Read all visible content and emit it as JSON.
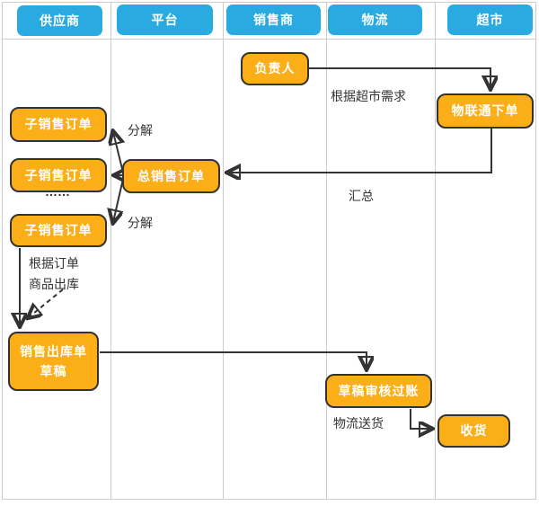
{
  "diagram": {
    "lanes": [
      {
        "label": "供应商"
      },
      {
        "label": "平台"
      },
      {
        "label": "销售商"
      },
      {
        "label": "物流"
      },
      {
        "label": "超市"
      }
    ],
    "nodes": {
      "responsible_person": {
        "label": "负责人"
      },
      "iot_order": {
        "label": "物联通下单"
      },
      "sub_sales_order_1": {
        "label": "子销售订单"
      },
      "sub_sales_order_2": {
        "label": "子销售订单"
      },
      "sub_sales_order_3": {
        "label": "子销售订单"
      },
      "total_sales_order": {
        "label": "总销售订单"
      },
      "sales_outbound_draft": {
        "line1": "销售出库单",
        "line2": "草稿"
      },
      "draft_review_posting": {
        "label": "草稿审核过账"
      },
      "receive_goods": {
        "label": "收货"
      }
    },
    "labels": {
      "per_supermarket_demand": "根据超市需求",
      "summarize": "汇总",
      "decompose_top": "分解",
      "decompose_bottom": "分解",
      "ellipsis": "……",
      "per_order": "根据订单",
      "goods_outbound": "商品出库",
      "logistics_delivery": "物流送货"
    },
    "colors": {
      "lane_header_fill": "#29ABE2",
      "node_fill": "#FBAE17",
      "node_border": "#333333",
      "grid_line": "#CCCCCC",
      "arrow": "#333333",
      "label_text": "#333333"
    }
  }
}
